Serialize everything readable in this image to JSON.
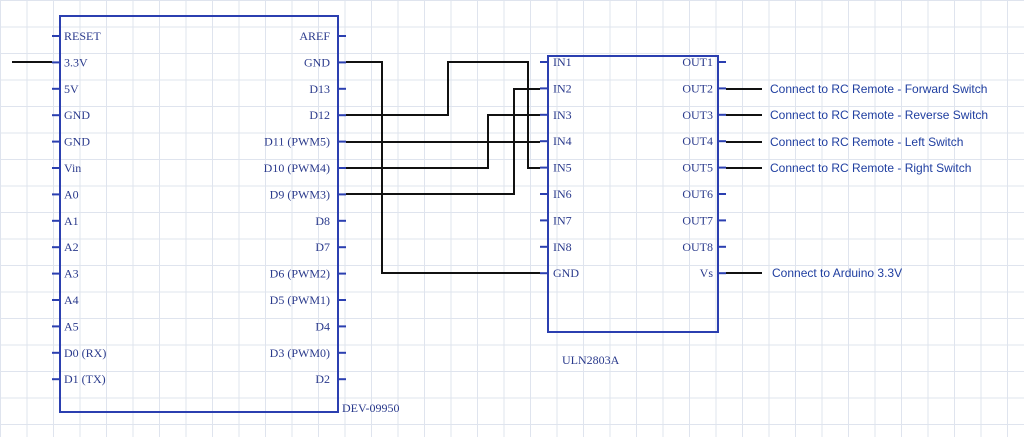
{
  "arduino": {
    "part_label": "DEV-09950",
    "left_pins": [
      "RESET",
      "3.3V",
      "5V",
      "GND",
      "GND",
      "Vin",
      "A0",
      "A1",
      "A2",
      "A3",
      "A4",
      "A5",
      "D0 (RX)",
      "D1 (TX)"
    ],
    "right_pins": [
      "AREF",
      "GND",
      "D13",
      "D12",
      "D11 (PWM5)",
      "D10 (PWM4)",
      "D9 (PWM3)",
      "D8",
      "D7",
      "D6 (PWM2)",
      "D5 (PWM1)",
      "D4",
      "D3 (PWM0)",
      "D2"
    ]
  },
  "driver": {
    "part_label": "ULN2803A",
    "left_pins": [
      "IN1",
      "IN2",
      "IN3",
      "IN4",
      "IN5",
      "IN6",
      "IN7",
      "IN8",
      "GND"
    ],
    "right_pins": [
      "OUT1",
      "OUT2",
      "OUT3",
      "OUT4",
      "OUT5",
      "OUT6",
      "OUT7",
      "OUT8",
      "Vs"
    ]
  },
  "annotations": {
    "out2": "Connect to RC Remote - Forward Switch",
    "out3": "Connect to RC Remote - Reverse Switch",
    "out4": "Connect to RC Remote - Left Switch",
    "out5": "Connect to RC Remote - Right Switch",
    "vs": "Connect to Arduino 3.3V"
  }
}
